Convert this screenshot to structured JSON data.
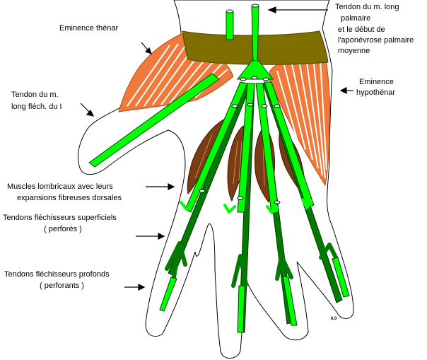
{
  "labels": {
    "thenar": "Eminence thénar",
    "palmaris": {
      "line1": "Tendon du m. long",
      "line2": "palmaire",
      "line3": "et le début de",
      "line4": "l'aponévrose palmaire",
      "line5": "moyenne"
    },
    "hypothenar": {
      "line1": "Eminence",
      "line2": "hypothénar"
    },
    "fpl": {
      "line1": "Tendon du m.",
      "line2": "long fléch. du I"
    },
    "lumbricals": {
      "line1": "Muscles lombricaux avec leurs",
      "line2": "expansions fibreuses dorsales"
    },
    "fds": {
      "line1": "Tendons fléchisseurs superficiels",
      "line2": "( perforés )"
    },
    "fdp": {
      "line1": "Tendons fléchisseurs profonds",
      "line2": "( perforants )"
    },
    "version": "6.0"
  },
  "colors": {
    "tendon_light": "#00ff00",
    "tendon_dark": "#007a00",
    "thenar_muscle": "#f07a3c",
    "hypothenar_muscle": "#f07a3c",
    "lumbrical": "#7a3c12",
    "retinaculum": "#7f6f00"
  }
}
